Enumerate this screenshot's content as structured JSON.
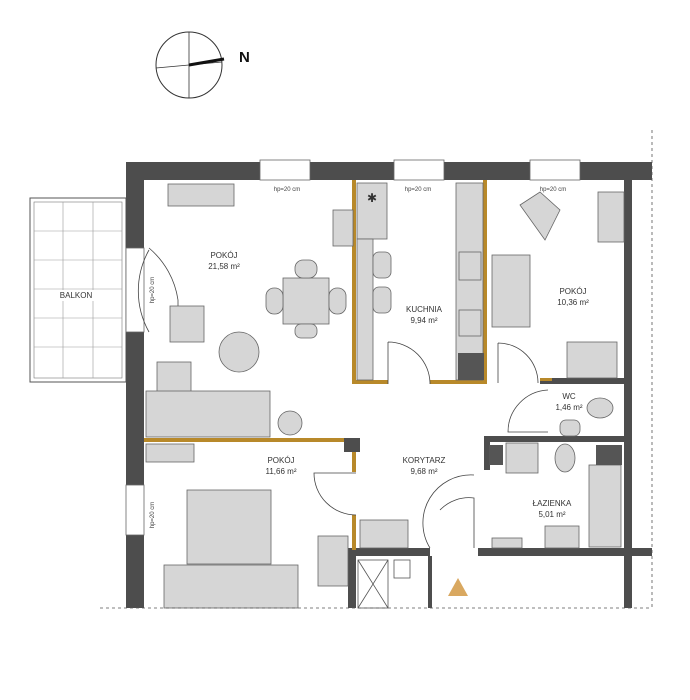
{
  "compass": {
    "label": "N"
  },
  "balcony": {
    "label": "BALKON"
  },
  "window_height_label": "hp=20 cm",
  "rooms": [
    {
      "name": "POKÓJ",
      "area": "21,58 m²"
    },
    {
      "name": "KUCHNIA",
      "area": "9,94 m²"
    },
    {
      "name": "POKÓJ",
      "area": "10,36 m²"
    },
    {
      "name": "WC",
      "area": "1,46 m²"
    },
    {
      "name": "POKÓJ",
      "area": "11,66 m²"
    },
    {
      "name": "KORYTARZ",
      "area": "9,68 m²"
    },
    {
      "name": "ŁAZIENKA",
      "area": "5,01 m²"
    }
  ],
  "colors": {
    "wall": "#4d4d4d",
    "partition": "#b8892a",
    "furniture": "#d6d6d6",
    "entrance_marker": "#d9a860"
  }
}
